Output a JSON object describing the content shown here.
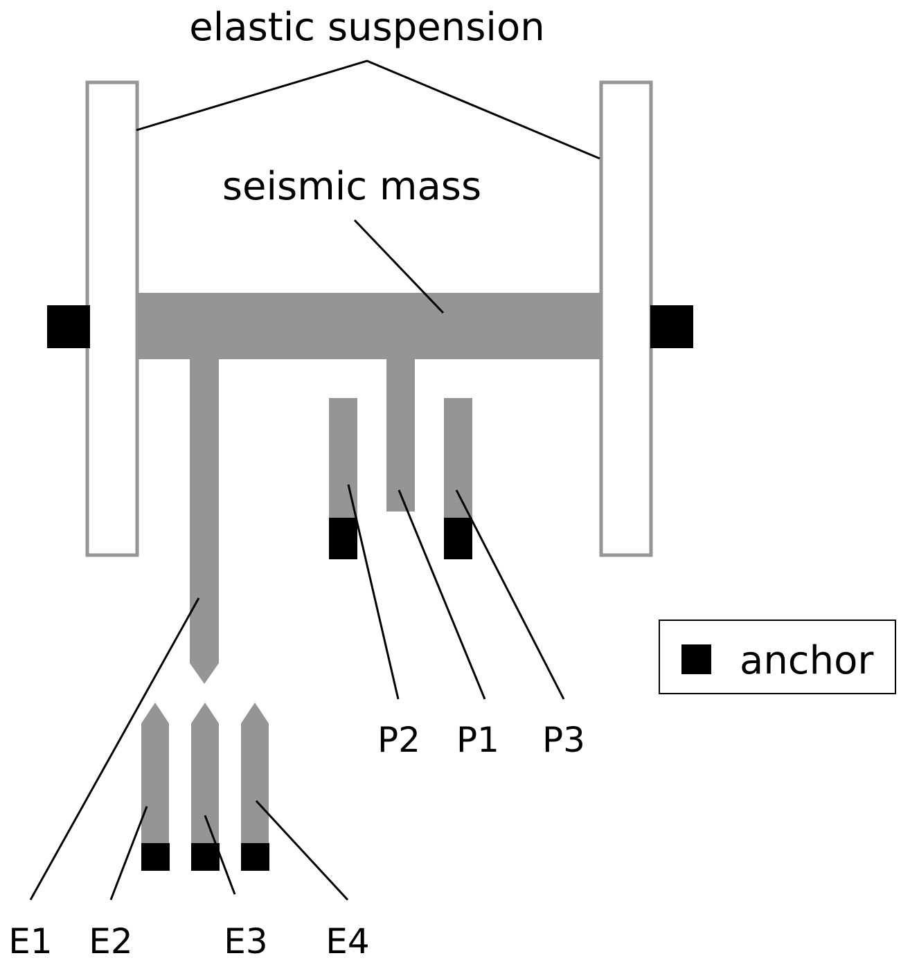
{
  "labels": {
    "elastic_suspension": "elastic suspension",
    "seismic_mass": "seismic mass",
    "anchor": "anchor",
    "p2": "P2",
    "p1": "P1",
    "p3": "P3",
    "e1": "E1",
    "e2": "E2",
    "e3": "E3",
    "e4": "E4"
  },
  "colors": {
    "structure": "#959595",
    "anchor": "#000000",
    "suspension_outline": "#959595",
    "leader_line": "#000000",
    "background": "#ffffff"
  }
}
